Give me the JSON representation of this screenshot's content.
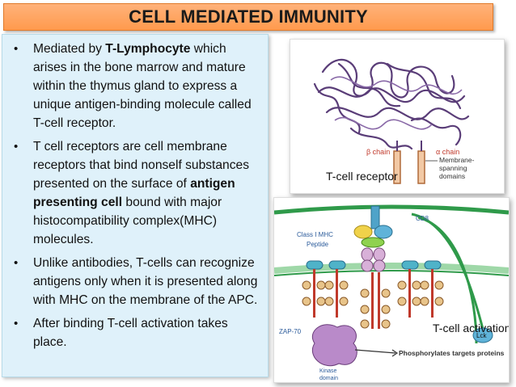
{
  "title": "CELL MEDIATED IMMUNITY",
  "bullets": [
    {
      "pre": "Mediated by ",
      "highlight": "T-Lymphocyte",
      "post": " which arises in the bone marrow and mature within the thymus gland to express a unique antigen-binding molecule called T-cell receptor."
    },
    {
      "pre": "T cell receptors are cell membrane receptors that bind nonself substances presented on the surface of ",
      "highlight": "antigen presenting cell",
      "post": " bound with major histocompatibility complex(MHC) molecules."
    },
    {
      "pre": "Unlike antibodies, T-cells can recognize antigens only when it is presented along with MHC on the membrane of the APC.",
      "highlight": "",
      "post": ""
    },
    {
      "pre": "After binding T-cell activation takes place.",
      "highlight": "",
      "post": ""
    }
  ],
  "figure1": {
    "beta_chain": "β chain",
    "alpha_chain": "α chain",
    "membrane_label_1": "Membrane-",
    "membrane_label_2": "spanning",
    "membrane_label_3": "domains",
    "caption": "T-cell receptor"
  },
  "figure2": {
    "class_mhc": "Class I MHC",
    "peptide": "Peptide",
    "cd8": "CD8",
    "lck": "Lck",
    "zap70": "ZAP-70",
    "kinase_1": "Kinase",
    "kinase_2": "domain",
    "phosphorylates": "Phosphorylates targets proteins",
    "caption": "T-cell activation"
  },
  "colors": {
    "title_bg": "#ff9a4d",
    "text_box_bg": "#dff1fa",
    "protein_purple": "#5a3d78",
    "membrane_green": "#2f9a4a",
    "zap70_purple": "#b98ac9"
  }
}
